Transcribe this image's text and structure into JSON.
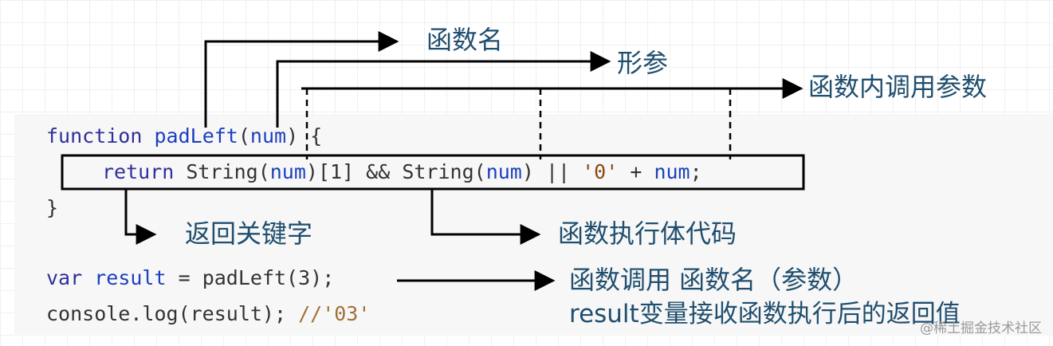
{
  "code": {
    "line1": {
      "kw": "function",
      "name": "padLeft",
      "open": "(",
      "param": "num",
      "close": ") {"
    },
    "line2": {
      "kw": "return",
      "s1": "String",
      "o1": "(",
      "a1": "num",
      "o2": ")[1] && ",
      "s2": "String",
      "o3": "(",
      "a2": "num",
      "o4": ") || ",
      "str": "'0'",
      "o5": " + ",
      "a3": "num",
      "o6": ";"
    },
    "line3": "}",
    "line4": {
      "kw": "var",
      "var": "result",
      "eq": " = ",
      "call": "padLeft",
      "args": "(3);"
    },
    "line5": {
      "code": "console.log(result);",
      "comment": "//'03'"
    }
  },
  "annotations": {
    "function_name": "函数名",
    "parameter": "形参",
    "param_used_inside": "函数内调用参数",
    "return_keyword": "返回关键字",
    "function_body": "函数执行体代码",
    "call_line1": "函数调用  函数名（参数）",
    "call_line2": "result变量接收函数执行后的返回值"
  },
  "watermark": "@稀土掘金技术社区",
  "colors": {
    "annotation_text": "#1f4e6e",
    "keyword": "#2f2f9b",
    "identifier": "#1b3fbf",
    "string": "#8a4a12",
    "comment": "#a0713a",
    "code_background": "#f7f7f7"
  }
}
